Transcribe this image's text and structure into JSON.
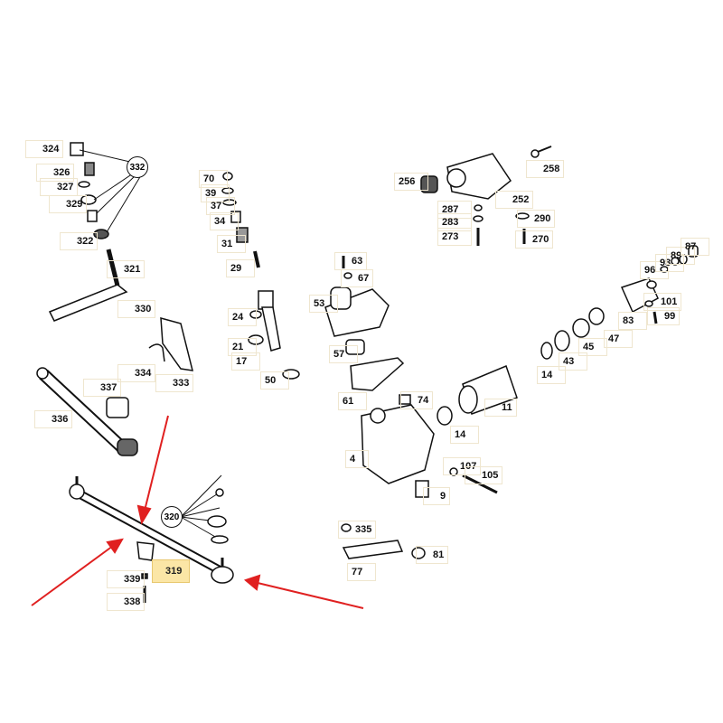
{
  "labels": {
    "l324": "324",
    "l332": "332",
    "l326": "326",
    "l327": "327",
    "l329": "329",
    "l322": "322",
    "l321": "321",
    "l330": "330",
    "l334": "334",
    "l333": "333",
    "l337": "337",
    "l336": "336",
    "l320": "320",
    "l319": "319",
    "l339": "339",
    "l338": "338",
    "l70": "70",
    "l39": "39",
    "l37": "37",
    "l34": "34",
    "l31": "31",
    "l29": "29",
    "l24": "24",
    "l21": "21",
    "l17": "17",
    "l50": "50",
    "l63": "63",
    "l67": "67",
    "l53": "53",
    "l57": "57",
    "l61": "61",
    "l74": "74",
    "l4": "4",
    "l9": "9",
    "l107": "107",
    "l105": "105",
    "l14a": "14",
    "l11": "11",
    "l14b": "14",
    "l43": "43",
    "l45": "45",
    "l47": "47",
    "l83": "83",
    "l99": "99",
    "l101": "101",
    "l96": "96",
    "l93": "93",
    "l89": "89",
    "l87": "87",
    "l256": "256",
    "l258": "258",
    "l252": "252",
    "l287": "287",
    "l283": "283",
    "l273": "273",
    "l290": "290",
    "l270": "270",
    "l335": "335",
    "l81": "81",
    "l77": "77"
  },
  "colors": {
    "arrow": "#e02020",
    "highlight": "#fbe6a6",
    "line": "#111111"
  }
}
